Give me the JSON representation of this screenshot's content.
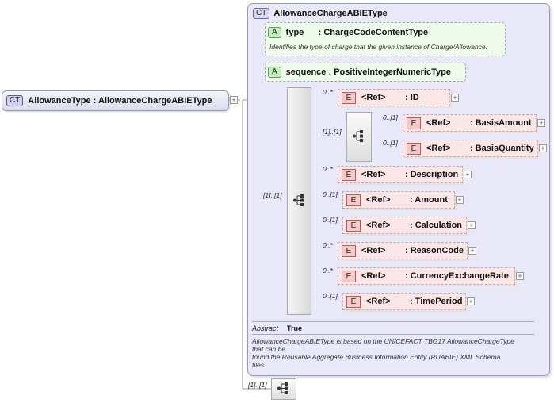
{
  "root": {
    "badge": "CT",
    "name": "AllowanceType",
    "sep": ":",
    "type": "AllowanceChargeABIEType"
  },
  "container": {
    "badge": "CT",
    "title": "AllowanceChargeABIEType"
  },
  "attributes": [
    {
      "badge": "A",
      "label": "type      : ChargeCodeContentType",
      "description": "Identifies the type of charge that the given instance of Charge/Allowance."
    },
    {
      "badge": "A",
      "label": "sequence : PositiveIntegerNumericType"
    }
  ],
  "elements": {
    "id": {
      "badge": "E",
      "ref": "<Ref>",
      "name": ": ID",
      "card": "0..*"
    },
    "basis_amount": {
      "badge": "E",
      "ref": "<Ref>",
      "name": ": BasisAmount",
      "card": "0..[1]"
    },
    "basis_quantity": {
      "badge": "E",
      "ref": "<Ref>",
      "name": ": BasisQuantity",
      "card": "0..[1]"
    },
    "description": {
      "badge": "E",
      "ref": "<Ref>",
      "name": ": Description",
      "card": "0..*"
    },
    "amount": {
      "badge": "E",
      "ref": "<Ref>",
      "name": ": Amount",
      "card": "0..[1]"
    },
    "calculation": {
      "badge": "E",
      "ref": "<Ref>",
      "name": ": Calculation",
      "card": "0..[1]"
    },
    "reason_code": {
      "badge": "E",
      "ref": "<Ref>",
      "name": ": ReasonCode",
      "card": "0..*"
    },
    "currency_exchange": {
      "badge": "E",
      "ref": "<Ref>",
      "name": ": CurrencyExchangeRate",
      "card": "0..*"
    },
    "time_period": {
      "badge": "E",
      "ref": "<Ref>",
      "name": ": TimePeriod",
      "card": "0..[1]"
    }
  },
  "sequences": {
    "main_card": "[1]..[1]",
    "inner_card": "[1]..[1]",
    "outer_card": "[1]..[1]"
  },
  "expander_symbol": "+",
  "properties": {
    "abstract_key": "Abstract",
    "abstract_value": "True",
    "description_lines": [
      "AllowanceChargeABIEType is based on the UN/CEFACT TBG17 AllowanceChargeType",
      "that can be",
      "found the Reusable Aggregate Business Information Entity (RUABIE) XML Schema",
      "files."
    ]
  }
}
